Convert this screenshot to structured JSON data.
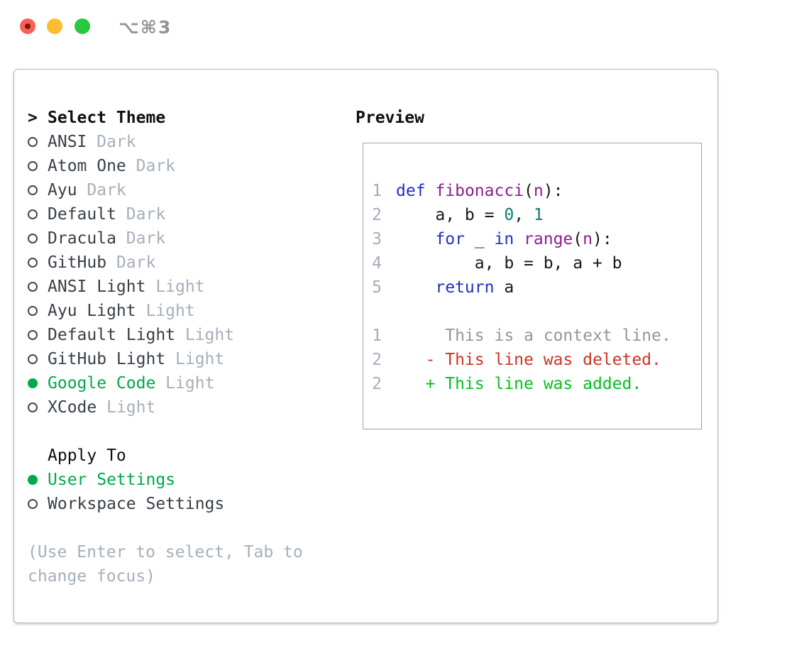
{
  "window": {
    "title": "⌥⌘3"
  },
  "theme_picker": {
    "focus_arrow": ">",
    "header": "Select Theme",
    "themes": [
      {
        "name": "ANSI",
        "tag": "Dark",
        "selected": false
      },
      {
        "name": "Atom One",
        "tag": "Dark",
        "selected": false
      },
      {
        "name": "Ayu",
        "tag": "Dark",
        "selected": false
      },
      {
        "name": "Default",
        "tag": "Dark",
        "selected": false
      },
      {
        "name": "Dracula",
        "tag": "Dark",
        "selected": false
      },
      {
        "name": "GitHub",
        "tag": "Dark",
        "selected": false
      },
      {
        "name": "ANSI Light",
        "tag": "Light",
        "selected": false
      },
      {
        "name": "Ayu Light",
        "tag": "Light",
        "selected": false
      },
      {
        "name": "Default Light",
        "tag": "Light",
        "selected": false
      },
      {
        "name": "GitHub Light",
        "tag": "Light",
        "selected": false
      },
      {
        "name": "Google Code",
        "tag": "Light",
        "selected": true
      },
      {
        "name": "XCode",
        "tag": "Light",
        "selected": false
      }
    ],
    "apply_to": {
      "header": "Apply To",
      "options": [
        {
          "name": "User Settings",
          "selected": true
        },
        {
          "name": "Workspace Settings",
          "selected": false
        }
      ]
    },
    "hint": "(Use Enter to select, Tab to change focus)"
  },
  "preview": {
    "title": "Preview",
    "syntax_colors": {
      "kw": "#2030c0",
      "fn": "#8c1f8c",
      "num": "#0b7a7a",
      "pl": "#15181b",
      "ctx": "#8f989f",
      "del": "#cb3423",
      "add": "#05c01e"
    },
    "lines": [
      {
        "n": "1",
        "segs": [
          {
            "t": "def",
            "c": "kw"
          },
          {
            "t": " ",
            "c": "pl"
          },
          {
            "t": "fibonacci",
            "c": "fn"
          },
          {
            "t": "(",
            "c": "pl"
          },
          {
            "t": "n",
            "c": "fn"
          },
          {
            "t": "):",
            "c": "pl"
          }
        ]
      },
      {
        "n": "2",
        "segs": [
          {
            "t": "    a, b = ",
            "c": "pl"
          },
          {
            "t": "0",
            "c": "num"
          },
          {
            "t": ", ",
            "c": "pl"
          },
          {
            "t": "1",
            "c": "num"
          }
        ]
      },
      {
        "n": "3",
        "segs": [
          {
            "t": "    ",
            "c": "pl"
          },
          {
            "t": "for",
            "c": "kw"
          },
          {
            "t": " _ ",
            "c": "pl"
          },
          {
            "t": "in",
            "c": "kw"
          },
          {
            "t": " ",
            "c": "pl"
          },
          {
            "t": "range",
            "c": "fn"
          },
          {
            "t": "(",
            "c": "pl"
          },
          {
            "t": "n",
            "c": "fn"
          },
          {
            "t": "):",
            "c": "pl"
          }
        ]
      },
      {
        "n": "4",
        "segs": [
          {
            "t": "        a, b = b, a + b",
            "c": "pl"
          }
        ]
      },
      {
        "n": "5",
        "segs": [
          {
            "t": "    ",
            "c": "pl"
          },
          {
            "t": "return",
            "c": "kw"
          },
          {
            "t": " a",
            "c": "pl"
          }
        ]
      },
      {
        "n": "",
        "segs": []
      },
      {
        "n": "1",
        "segs": [
          {
            "t": "     This is a context line.",
            "c": "ctx"
          }
        ]
      },
      {
        "n": "2",
        "segs": [
          {
            "t": "   - This line was deleted.",
            "c": "del"
          }
        ]
      },
      {
        "n": "2",
        "segs": [
          {
            "t": "   + This line was added.",
            "c": "add"
          }
        ]
      }
    ]
  },
  "colors": {
    "selection_green": "#00a94a",
    "traffic_red": "#f95f57",
    "traffic_yellow": "#febc2e",
    "traffic_green": "#28c840"
  }
}
